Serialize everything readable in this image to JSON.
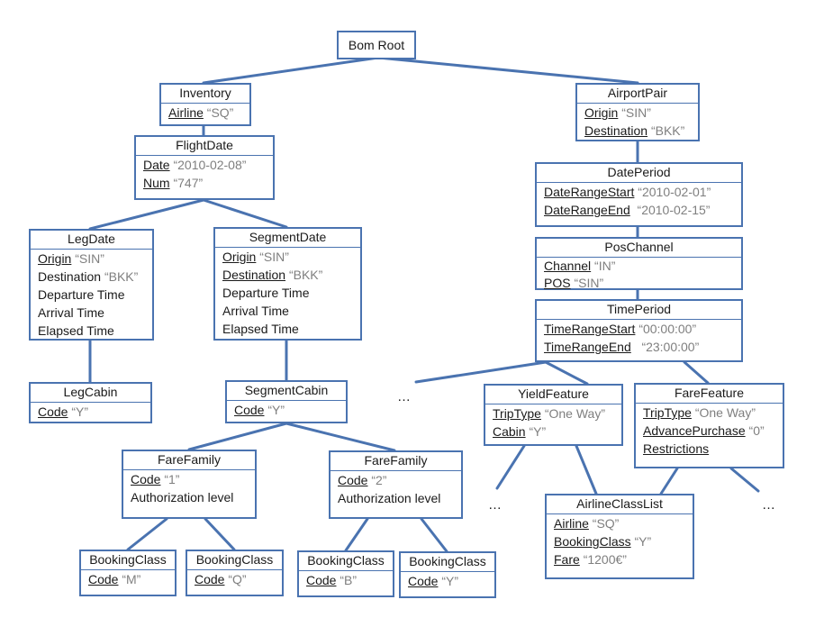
{
  "root": {
    "title": "Bom Root"
  },
  "inventory": {
    "title": "Inventory",
    "attrs": [
      {
        "key": "Airline",
        "value": "“SQ”"
      }
    ]
  },
  "flight_date": {
    "title": "FlightDate",
    "attrs": [
      {
        "key": "Date",
        "value": "“2010-02-08”"
      },
      {
        "key": "Num",
        "value": "“747”"
      }
    ]
  },
  "leg_date": {
    "title": "LegDate",
    "attrs": [
      {
        "key": "Origin",
        "value": "“SIN”"
      },
      {
        "key": "Destination",
        "value": "“BKK”"
      },
      {
        "key": "Departure Time",
        "value": ""
      },
      {
        "key": "Arrival Time",
        "value": ""
      },
      {
        "key": "Elapsed Time",
        "value": ""
      }
    ]
  },
  "segment_date": {
    "title": "SegmentDate",
    "attrs": [
      {
        "key": "Origin",
        "value": "“SIN”"
      },
      {
        "key": "Destination",
        "value": "“BKK”"
      },
      {
        "key": "Departure Time",
        "value": ""
      },
      {
        "key": "Arrival Time",
        "value": ""
      },
      {
        "key": "Elapsed Time",
        "value": ""
      }
    ]
  },
  "leg_cabin": {
    "title": "LegCabin",
    "attrs": [
      {
        "key": "Code",
        "value": "“Y”"
      }
    ]
  },
  "segment_cabin": {
    "title": "SegmentCabin",
    "attrs": [
      {
        "key": "Code",
        "value": "“Y”"
      }
    ]
  },
  "fare_family_1": {
    "title": "FareFamily",
    "attrs": [
      {
        "key": "Code",
        "value": "“1”"
      },
      {
        "key": "Authorization level",
        "value": ""
      }
    ]
  },
  "fare_family_2": {
    "title": "FareFamily",
    "attrs": [
      {
        "key": "Code",
        "value": "“2”"
      },
      {
        "key": "Authorization level",
        "value": ""
      }
    ]
  },
  "booking_m": {
    "title": "BookingClass",
    "attrs": [
      {
        "key": "Code",
        "value": "“M”"
      }
    ]
  },
  "booking_q": {
    "title": "BookingClass",
    "attrs": [
      {
        "key": "Code",
        "value": "“Q”"
      }
    ]
  },
  "booking_b": {
    "title": "BookingClass",
    "attrs": [
      {
        "key": "Code",
        "value": "“B”"
      }
    ]
  },
  "booking_y": {
    "title": "BookingClass",
    "attrs": [
      {
        "key": "Code",
        "value": "“Y”"
      }
    ]
  },
  "airport_pair": {
    "title": "AirportPair",
    "attrs": [
      {
        "key": "Origin",
        "value": "“SIN”"
      },
      {
        "key": "Destination",
        "value": "“BKK”"
      }
    ]
  },
  "date_period": {
    "title": "DatePeriod",
    "attrs": [
      {
        "key": "DateRangeStart",
        "value": "“2010-02-01”"
      },
      {
        "key": "DateRangeEnd",
        "value": "“2010-02-15”"
      }
    ]
  },
  "pos_channel": {
    "title": "PosChannel",
    "attrs": [
      {
        "key": "Channel",
        "value": "“IN”"
      },
      {
        "key": "POS",
        "value": "“SIN”"
      }
    ]
  },
  "time_period": {
    "title": "TimePeriod",
    "attrs": [
      {
        "key": "TimeRangeStart",
        "value": "“00:00:00”"
      },
      {
        "key": "TimeRangeEnd",
        "value": "“23:00:00”"
      }
    ]
  },
  "yield_feature": {
    "title": "YieldFeature",
    "attrs": [
      {
        "key": "TripType",
        "value": "“One Way”"
      },
      {
        "key": "Cabin",
        "value": "“Y”"
      }
    ]
  },
  "fare_feature": {
    "title": "FareFeature",
    "attrs": [
      {
        "key": "TripType",
        "value": "“One Way”"
      },
      {
        "key": "AdvancePurchase",
        "value": "“0”"
      },
      {
        "key": "Restrictions",
        "value": ""
      }
    ]
  },
  "airline_class_list": {
    "title": "AirlineClassList",
    "attrs": [
      {
        "key": "Airline",
        "value": "“SQ”"
      },
      {
        "key": "BookingClass",
        "value": "“Y”"
      },
      {
        "key": "Fare",
        "value": "“1200€”"
      }
    ]
  },
  "ellipsis": {
    "text": "…"
  },
  "colors": {
    "border": "#4a73b0",
    "value_text": "#7f7f7f",
    "line": "#4a73b0"
  }
}
